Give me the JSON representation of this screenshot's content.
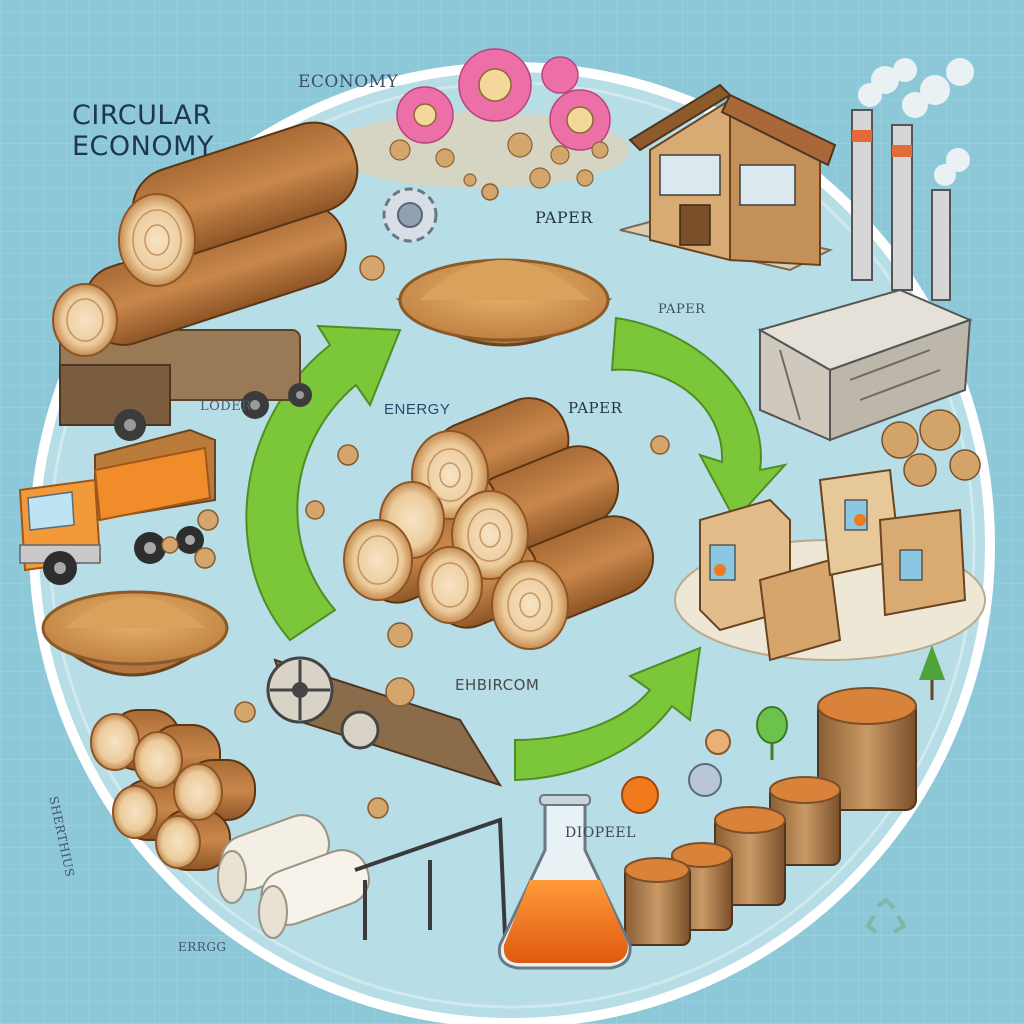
{
  "title": {
    "line1": "CIRCULAR",
    "line2": "ECONOMY"
  },
  "labels": {
    "economy": "ECONOMY",
    "paper_top": "PAPER",
    "paper_right": "PAPER",
    "energy": "ENERGY",
    "paper_center": "PAPER",
    "loder": "LODER",
    "ehbircon": "EHBIRCOM",
    "biofuel": "DIOPEEL",
    "side_garbled": "SHERTHIUS",
    "bottom_garbled": "ERRGG"
  },
  "colors": {
    "background": "#8cc8d8",
    "circle": "#b9dfe7",
    "arrow_green": "#7cc63a",
    "wood": "#b9773e",
    "truck_orange": "#f08c2a",
    "liquid_orange": "#f07a1c"
  },
  "icons": [
    "log-pile-icon",
    "sawdust-bowl-icon",
    "truck-icon",
    "factory-icon",
    "barn-icon",
    "flask-icon",
    "barrel-icon",
    "recycle-icon",
    "flower-icon",
    "gear-icon"
  ]
}
